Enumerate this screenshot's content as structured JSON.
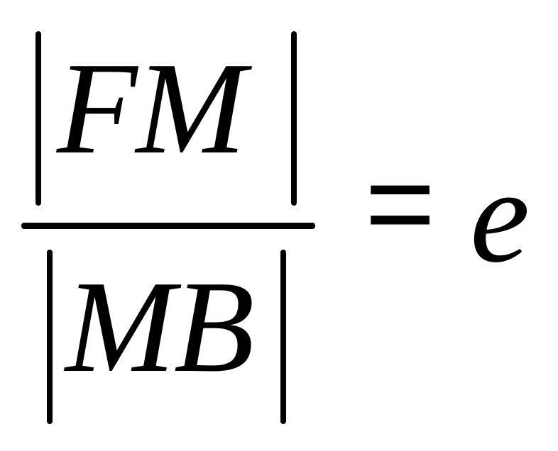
{
  "formula": {
    "numerator": "FM",
    "denominator": "MB",
    "equals": "=",
    "rhs": "e"
  }
}
